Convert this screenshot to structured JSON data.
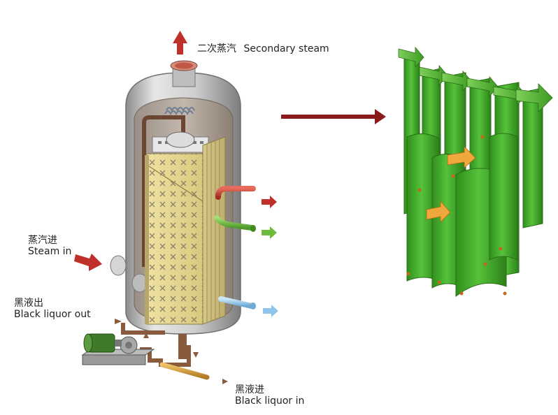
{
  "labels": {
    "secondary_steam": {
      "zh": "二次蒸汽",
      "en": "Secondary steam"
    },
    "steam_in": {
      "zh": "蒸汽进",
      "en": "Steam in"
    },
    "black_liquor_out": {
      "zh": "黑液出",
      "en": "Black liquor out"
    },
    "black_liquor_in": {
      "zh": "黑液进",
      "en": "Black liquor in"
    }
  },
  "colors": {
    "vessel": "#c9c9c9",
    "plate_pack": "#efe3a0",
    "steam_arrow": "#c0302a",
    "green_arrow": "#6dbb3a",
    "blue_arrow": "#8ec5ea",
    "plate_green": "#3fae2a",
    "pipe_brown": "#8a5a3c",
    "link_arrow": "#8b1a1a"
  },
  "icons": [
    "up-arrow-icon",
    "right-arrow-icon",
    "pump-icon",
    "motor-icon"
  ]
}
